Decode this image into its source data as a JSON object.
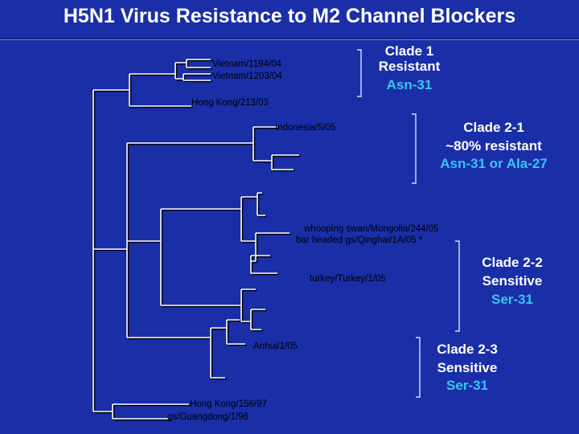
{
  "title": "H5N1 Virus Resistance to M2 Channel Blockers",
  "leaves": {
    "vietnam_1194": "Vietnam/1194/04",
    "vietnam_1203": "Vietnam/1203/04",
    "hong_kong_213": "Hong Kong/213/03",
    "indonesia": "Indonesia/5/05",
    "whooping_swan": "whooping swan/Mongolia/244/05",
    "bar_headed": "bar headed gs/Qinghai/1A/05 *",
    "turkey": "turkey/Turkey/1/05",
    "anhui": "Anhui/1/05",
    "hong_kong_156": "Hong Kong/156/97",
    "guangdong": "gs/Guangdong/1/96"
  },
  "clades": [
    {
      "name": "Clade 1",
      "status": "Resistant",
      "marker": "Asn-31"
    },
    {
      "name": "Clade 2-1",
      "status": "~80% resistant",
      "marker": "Asn-31 or Ala-27"
    },
    {
      "name": "Clade 2-2",
      "status": "Sensitive",
      "marker": "Ser-31"
    },
    {
      "name": "Clade 2-3",
      "status": "Sensitive",
      "marker": "Ser-31"
    }
  ],
  "colors": {
    "background": "#1a2ea8",
    "text": "#ffffff",
    "marker": "#39c6f0",
    "leaf_label": "#000000"
  }
}
